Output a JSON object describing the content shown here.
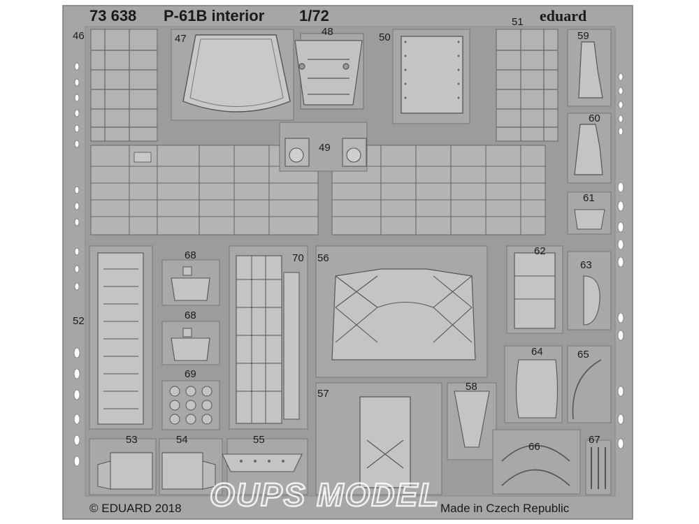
{
  "sheet": {
    "code": "73 638",
    "title": "P-61B interior",
    "scale": "1/72",
    "brand": "eduard",
    "copyright": "© EDUARD 2018",
    "origin": "Made in Czech Republic",
    "watermark": "OUPS MODEL"
  },
  "parts": [
    "46",
    "47",
    "48",
    "49",
    "50",
    "51",
    "52",
    "53",
    "54",
    "55",
    "56",
    "57",
    "58",
    "59",
    "60",
    "61",
    "62",
    "63",
    "64",
    "65",
    "66",
    "67",
    "68",
    "68",
    "69",
    "70"
  ],
  "colors": {
    "frame": "#a6a6a6",
    "background": "#ffffff",
    "ink": "#1a1a1a",
    "etch": "#5a5a5a"
  }
}
